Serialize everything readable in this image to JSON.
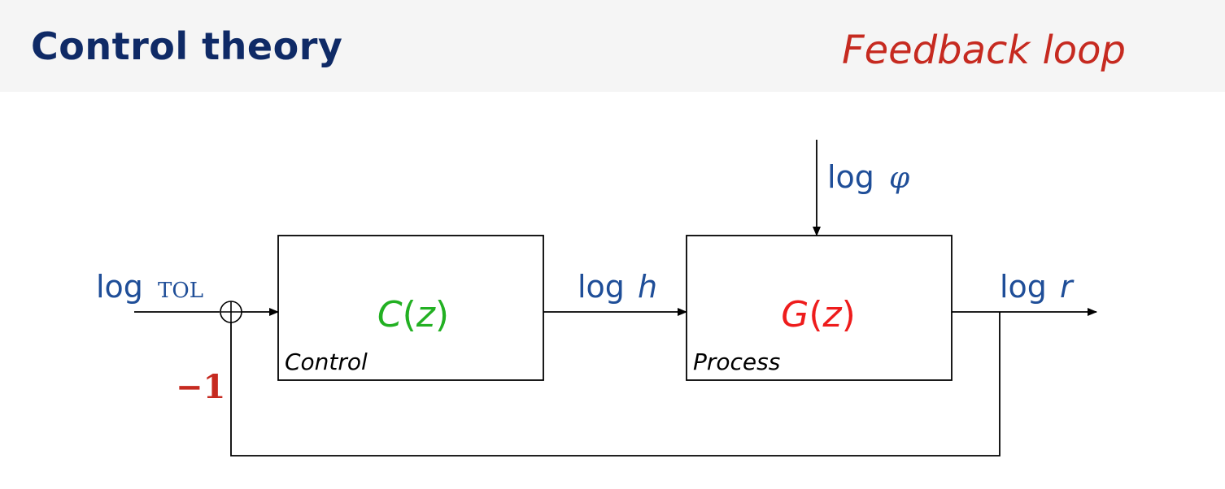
{
  "header": {
    "title": "Control theory",
    "subtitle": "Feedback loop"
  },
  "diagram": {
    "input_label": {
      "prefix": "log",
      "symbol": "TOL"
    },
    "control_block": {
      "transfer": {
        "name": "C",
        "var": "z"
      },
      "caption": "Control"
    },
    "intermediate_label": {
      "prefix": "log",
      "symbol": "h"
    },
    "process_block": {
      "transfer": {
        "name": "G",
        "var": "z"
      },
      "caption": "Process"
    },
    "disturbance_label": {
      "prefix": "log",
      "symbol": "φ"
    },
    "output_label": {
      "prefix": "log",
      "symbol": "r"
    },
    "feedback_gain": "−1",
    "colors": {
      "title": "#0f2a66",
      "subtitle": "#c62a20",
      "signal": "#1f4e98",
      "control": "#22b022",
      "process": "#ee1c1c",
      "gain": "#c62a20"
    }
  }
}
